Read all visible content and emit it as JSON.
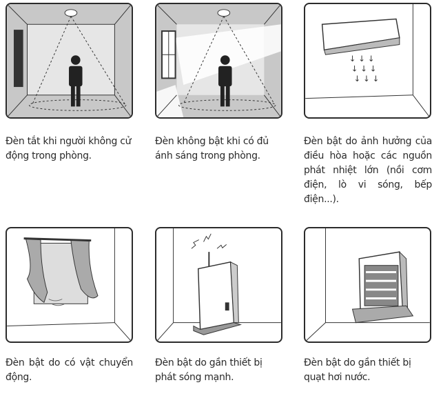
{
  "items": [
    {
      "caption": "Đèn tắt khi người không cử động trong phòng.",
      "illustration": "person-still-under-sensor"
    },
    {
      "caption": "Đèn không bật khi có đủ ánh sáng trong phòng.",
      "illustration": "room-with-daylight"
    },
    {
      "caption": "Đèn bật do ảnh hưởng của điều hòa hoặc các nguồn phát nhiệt lớn (nồi cơm điện, lò vi sóng, bếp điện...).",
      "illustration": "air-conditioner"
    },
    {
      "caption": "Đèn bật do có vật chuyển động.",
      "illustration": "moving-curtain"
    },
    {
      "caption": "Đèn bật do gần thiết bị phát sóng mạnh.",
      "illustration": "wifi-router"
    },
    {
      "caption": "Đèn bật do gần thiết bị quạt hơi nước.",
      "illustration": "steam-heater"
    }
  ]
}
